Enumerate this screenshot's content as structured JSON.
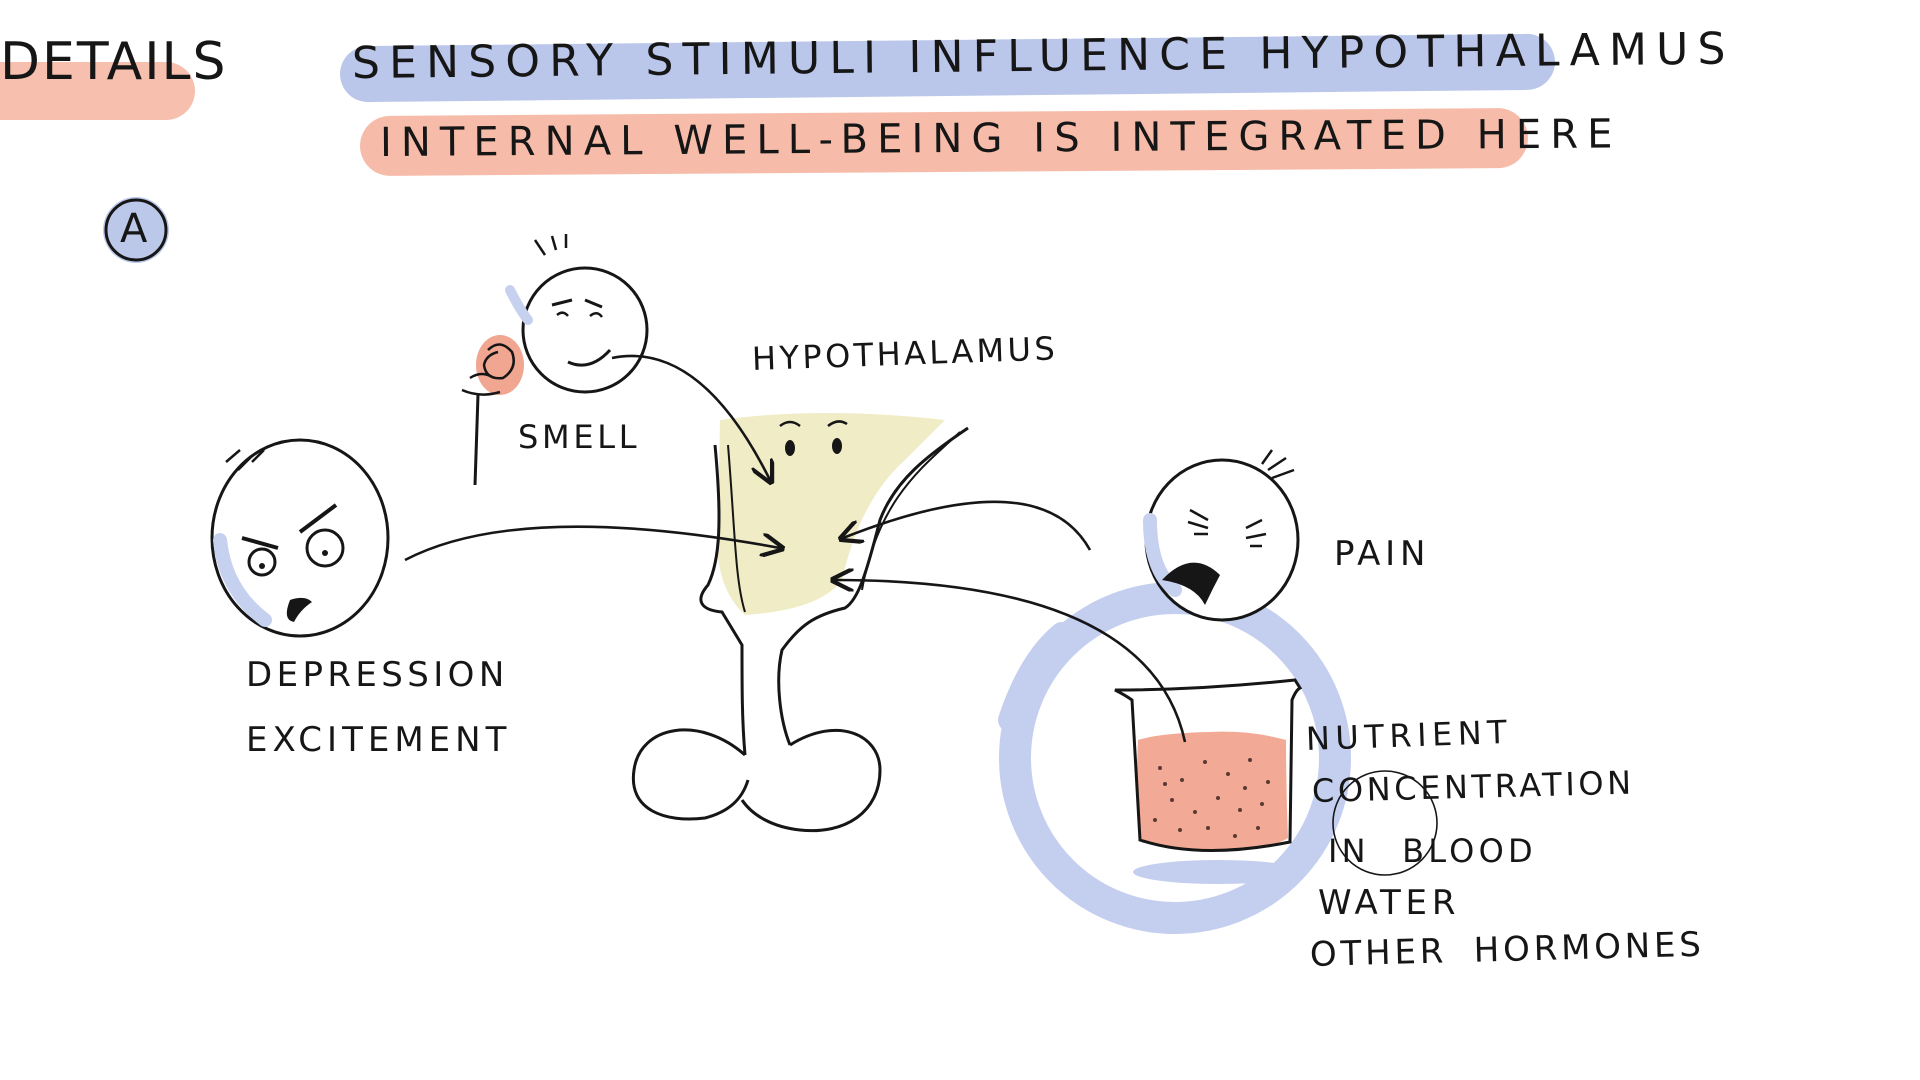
{
  "header": {
    "section": "DETAILS",
    "title": "SENSORY STIMULI INFLUENCE HYPOTHALAMUS",
    "subtitle": "INTERNAL WELL-BEING IS INTEGRATED HERE"
  },
  "marker": "A",
  "diagram": {
    "center_label": "HYPOTHALAMUS",
    "stimuli": {
      "smell": "SMELL",
      "mood": [
        "DEPRESSION",
        "EXCITEMENT"
      ],
      "pain": "PAIN",
      "blood": [
        "NUTRIENT",
        "CONCENTRATION",
        "IN BLOOD",
        "WATER",
        "OTHER HORMONES"
      ]
    }
  },
  "colors": {
    "ink": "#161616",
    "blue_highlight": "#b9c6ea",
    "salmon_highlight": "#f6b9a6",
    "hypothalamus_fill": "#efecc6",
    "liquid": "#f2a995",
    "blue_ring": "#c4cff0"
  }
}
